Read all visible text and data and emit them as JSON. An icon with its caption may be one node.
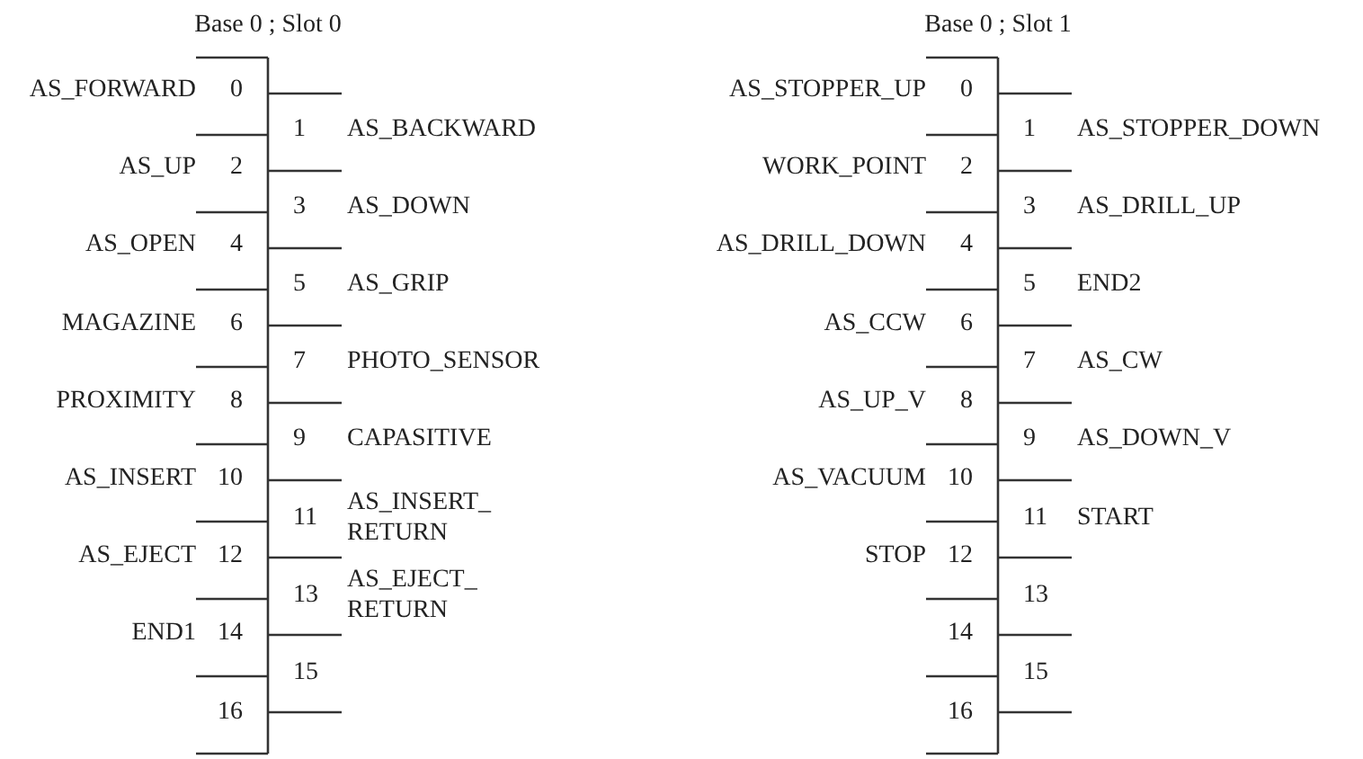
{
  "diagram": {
    "labels": [
      "Base 0 ; Slot 0",
      "0",
      "AS_FORWARD",
      "1",
      "AS_BACKWARD",
      "2",
      "AS_UP",
      "3",
      "AS_DOWN",
      "4",
      "AS_OPEN",
      "5",
      "AS_GRIP",
      "6",
      "MAGAZINE",
      "7",
      "PHOTO_SENSOR",
      "8",
      "PROXIMITY",
      "9",
      "CAPASITIVE",
      "10",
      "AS_INSERT",
      "11",
      "AS_INSERT_ RETURN",
      "12",
      "AS_EJECT",
      "13",
      "AS_EJECT_ RETURN",
      "14",
      "END1",
      "15",
      "16",
      "Base 0 ; Slot 1",
      "0",
      "AS_STOPPER_UP",
      "1",
      "AS_STOPPER_DOWN",
      "2",
      "WORK_POINT",
      "3",
      "AS_DRILL_UP",
      "4",
      "AS_DRILL_DOWN",
      "5",
      "END2",
      "6",
      "AS_CCW",
      "7",
      "AS_CW",
      "8",
      "AS_UP_V",
      "9",
      "AS_DOWN_V",
      "10",
      "AS_VACUUM",
      "11",
      "START",
      "12",
      "STOP",
      "13",
      "14",
      "15",
      "16"
    ]
  }
}
